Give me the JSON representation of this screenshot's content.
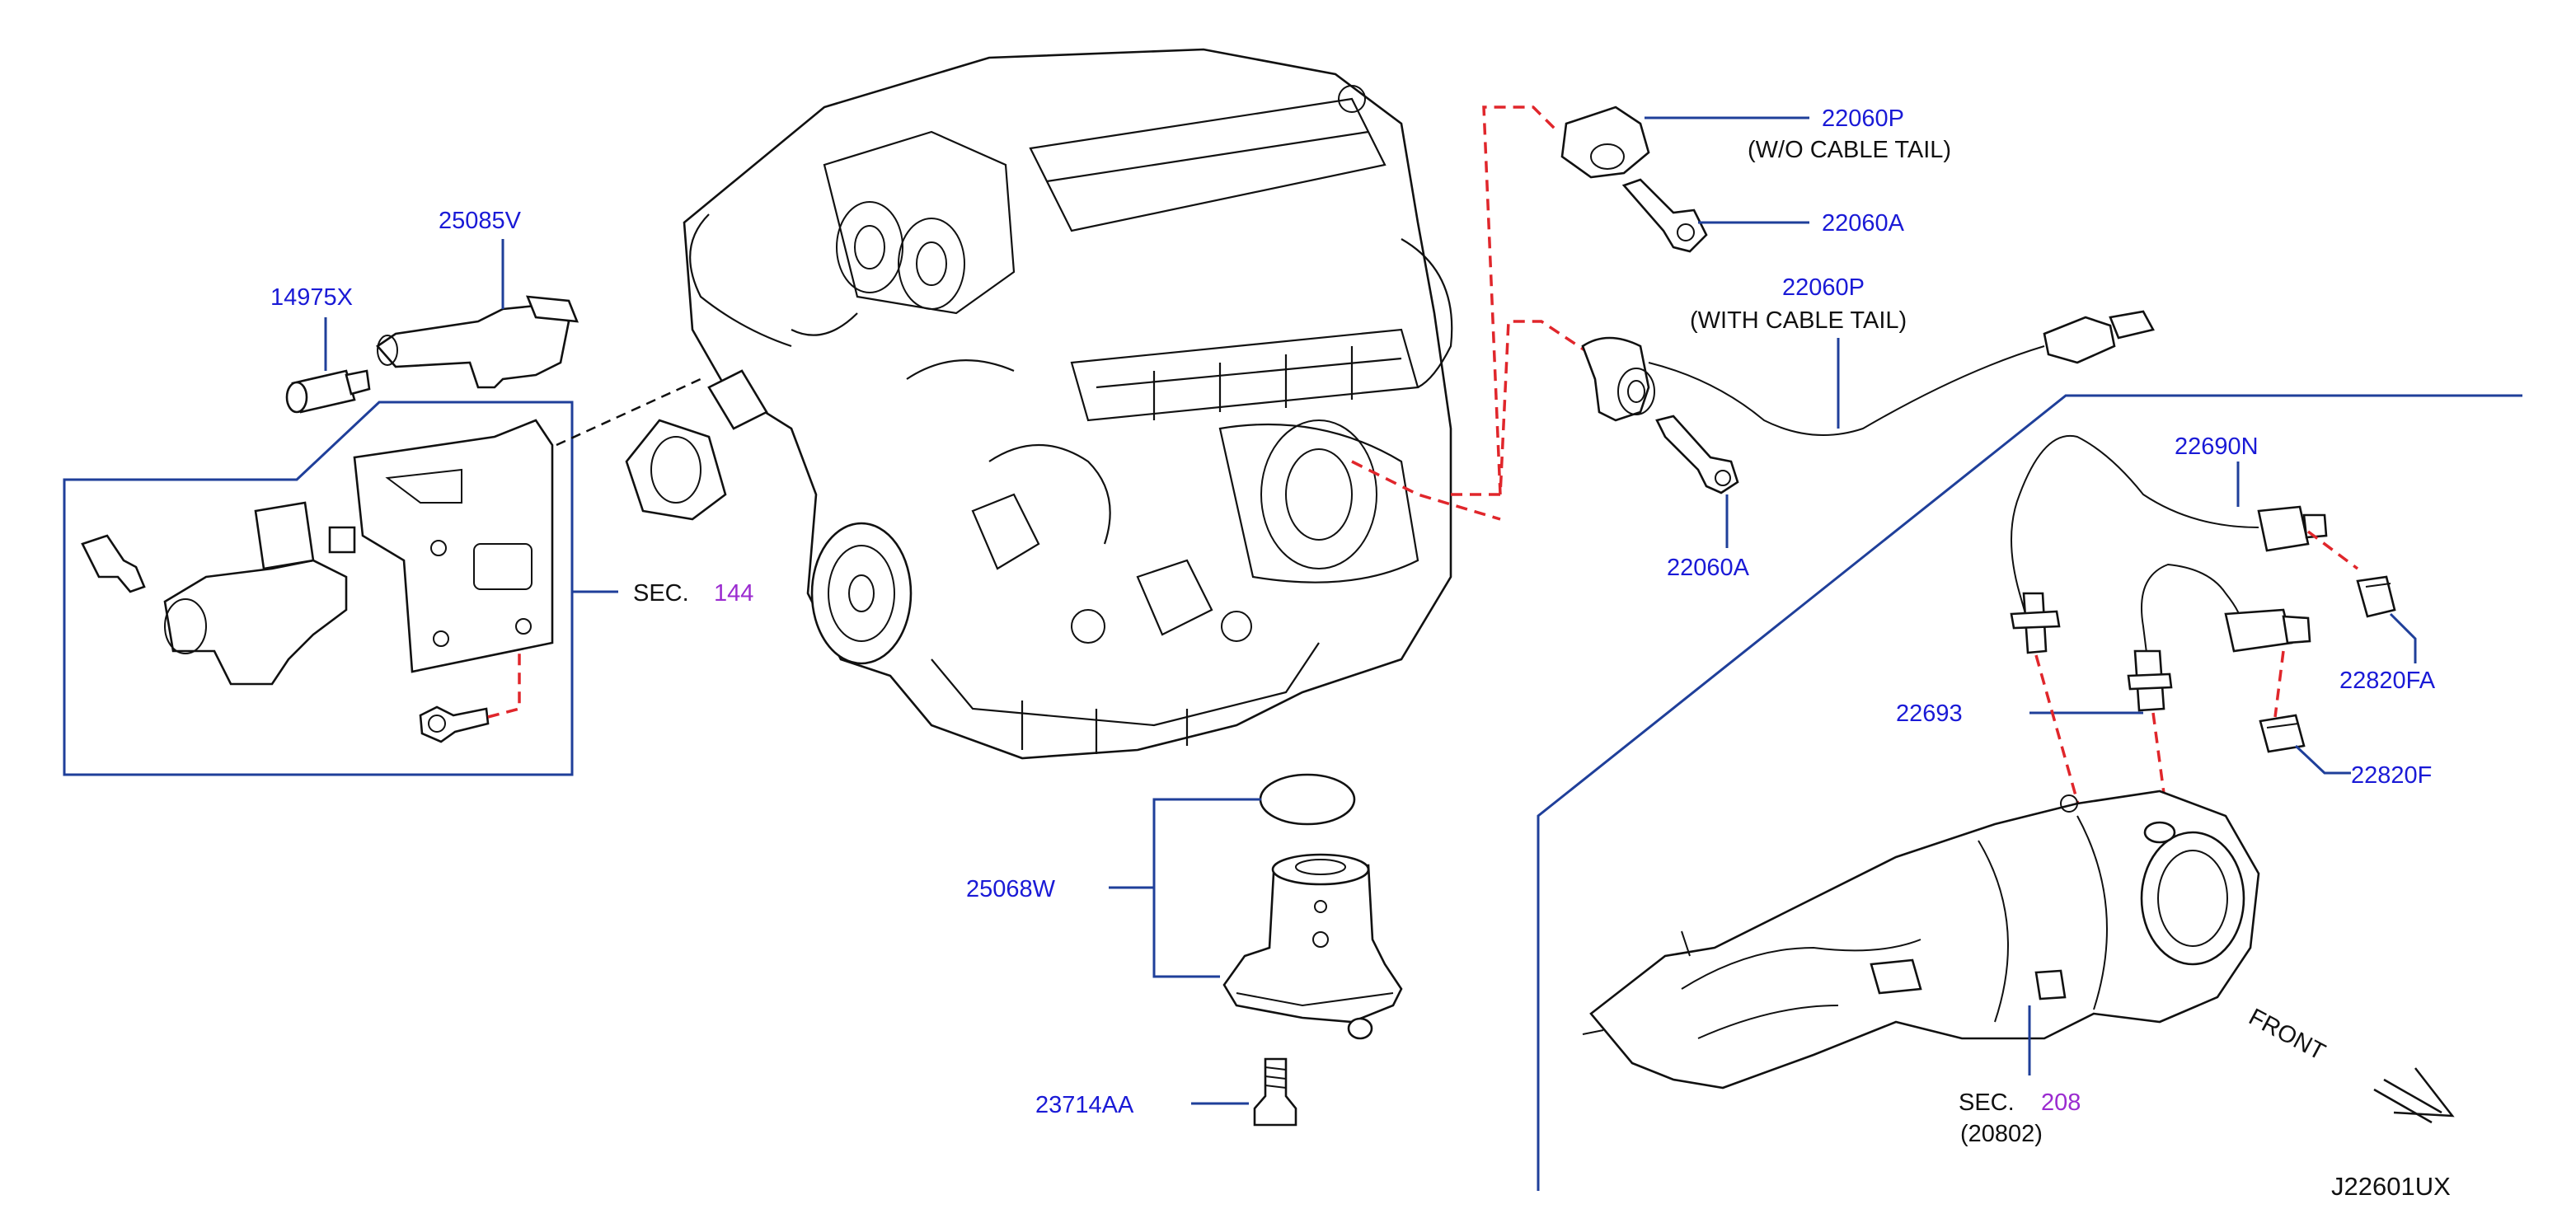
{
  "diagram_id": "J22601UX",
  "front_label": "FRONT",
  "parts": {
    "p25085V": "25085V",
    "p14975X": "14975X",
    "p22060P_top": "22060P",
    "p22060P_top_note": "(W/O   CABLE   TAIL)",
    "p22060A_top": "22060A",
    "p22060P_mid": "22060P",
    "p22060P_mid_note": "(WITH   CABLE   TAIL)",
    "p22060A_mid": "22060A",
    "p22690N": "22690N",
    "p22693": "22693",
    "p22820FA": "22820FA",
    "p22820F": "22820F",
    "p25068W": "25068W",
    "p23714AA": "23714AA"
  },
  "sections": {
    "sec144_prefix": "SEC.",
    "sec144_num": "144",
    "sec208_prefix": "SEC.",
    "sec208_num": "208",
    "sec208_sub": "(20802)"
  },
  "colors": {
    "part_number": "#1a1ad6",
    "section_number": "#9b2bd0",
    "leader": "#1f3f9a",
    "dashed_connector": "#e0262b"
  }
}
